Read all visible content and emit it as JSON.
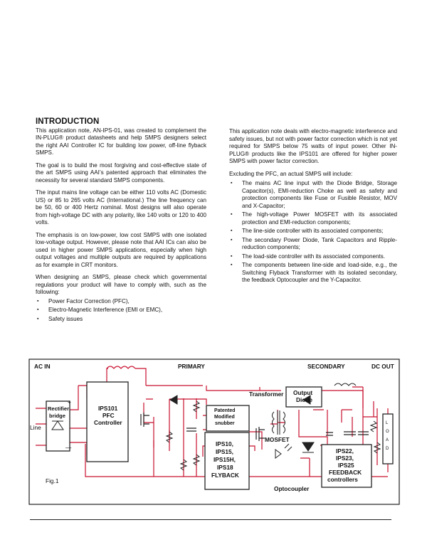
{
  "heading": "INTRODUCTION",
  "left_paragraphs": [
    "This application note, AN-IPS-01, was created to complement the IN-PLUG® product datasheets and help SMPS designers select the right AAI Controller IC for building low power, off-line flyback SMPS.",
    "The goal is to build the most forgiving and cost-effective state of the art SMPS using AAI’s patented approach that eliminates the necessity for several standard SMPS components.",
    "The input mains line voltage can be either 110 volts AC (Domestic US) or 85 to 265 volts AC (International.) The line frequency can be 50, 60 or 400 Hertz nominal. Most designs will also operate from high-voltage DC with any polarity, like 140 volts or 120 to 400 volts.",
    "The emphasis is on low-power, low cost SMPS with one isolated low-voltage output. However, please note that AAI ICs can also be used in higher power SMPS applications, especially when high output voltages and multiple outputs are required by applications as for example in CRT monitors.",
    "When designing an SMPS, please check which governmental regulations your product will have to comply with, such as the following:"
  ],
  "left_bullets": [
    "Power Factor Correction (PFC),",
    "Electro-Magnetic Interference (EMI or EMC),",
    "Safety issues"
  ],
  "right_paragraphs": [
    "This application note deals with electro-magnetic interference and safety issues, but not with power factor correction which is not yet required for SMPS below 75 watts of input power. Other IN-PLUG® products like the IPS101 are offered for higher power SMPS with power factor correction.",
    "Excluding the PFC, an actual SMPS will include:"
  ],
  "right_bullets": [
    "The mains AC line input with the Diode Bridge, Storage Capacitor(s), EMI-reduction Choke as well as safety and protection components like Fuse or Fusible Resistor, MOV and X-Capacitor;",
    "The high-voltage Power MOSFET with its associated protection and EMI-reduction components;",
    "The line-side controller with its associated components;",
    "The secondary Power Diode, Tank Capacitors and Ripple-reduction components;",
    "The load-side controller with its associated components.",
    "The components between line-side and load-side, e.g., the Switching Flyback Transformer with its isolated secondary, the feedback Optocoupler and the Y-Capacitor."
  ],
  "figure": {
    "ac_in": "AC IN",
    "primary": "PRIMARY",
    "secondary": "SECONDARY",
    "dc_out": "DC OUT",
    "line": "Line",
    "rectifier": [
      "Rectifier",
      "bridge"
    ],
    "ips101": [
      "IPS101",
      "PFC",
      "Controller"
    ],
    "snubber": [
      "Patented",
      "Modified",
      "snubber"
    ],
    "transformer": "Transformer",
    "output_diode": [
      "Output",
      "Diode"
    ],
    "mosfet": "MOSFET",
    "flyback": [
      "IPS10,",
      "IPS15,",
      "IPS15H,",
      "IPS18",
      "FLYBACK"
    ],
    "feedback": [
      "IPS22,",
      "IPS23,",
      "IPS25",
      "FEEDBACK",
      "controllers"
    ],
    "optocoupler": "Optocoupler",
    "load": [
      "L",
      "O",
      "A",
      "D"
    ],
    "fig_label": "Fig.1",
    "plus": "+",
    "minus": "—"
  }
}
